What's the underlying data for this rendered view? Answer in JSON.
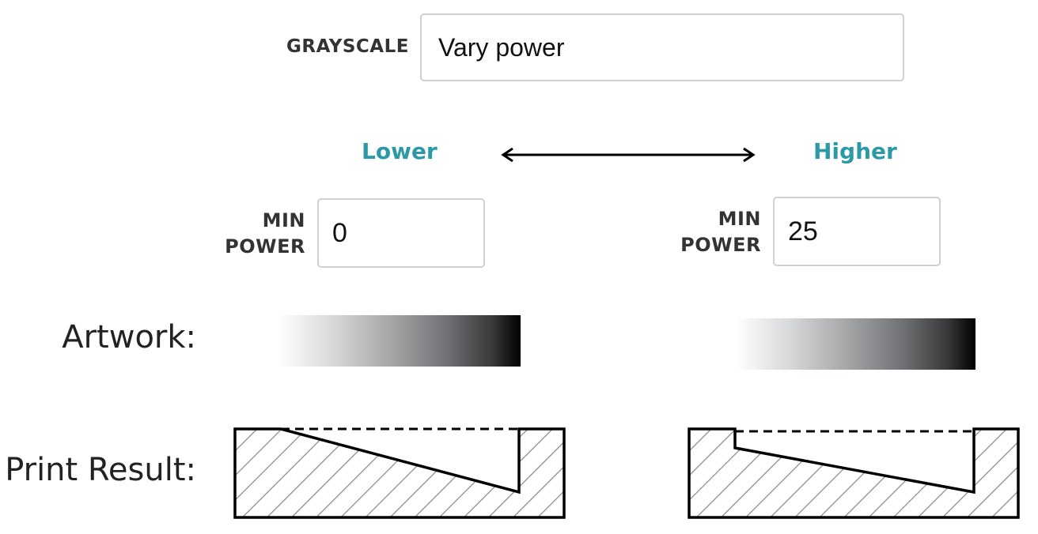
{
  "grayscale": {
    "label": "GRAYSCALE",
    "value": "Vary power"
  },
  "direction": {
    "lower_label": "Lower",
    "higher_label": "Higher",
    "accent_color": "#2b9aa6"
  },
  "left_panel": {
    "min_power_label_line1": "MIN",
    "min_power_label_line2": "POWER",
    "min_power_value": "0"
  },
  "right_panel": {
    "min_power_label_line1": "MIN",
    "min_power_label_line2": "POWER",
    "min_power_value": "25"
  },
  "rows": {
    "artwork_label": "Artwork:",
    "print_result_label": "Print Result:"
  },
  "icons": {
    "arrow": "double-headed-arrow-icon"
  }
}
